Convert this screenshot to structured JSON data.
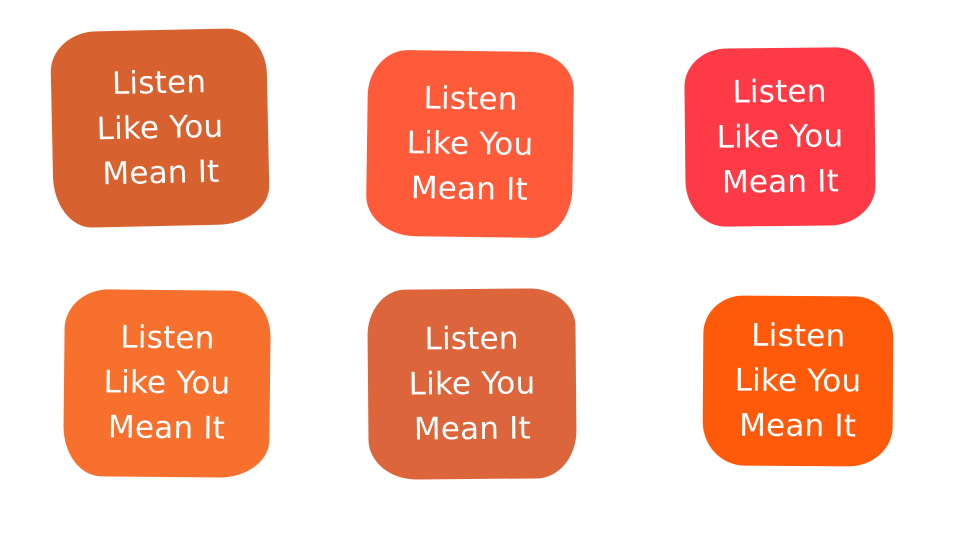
{
  "tiles": [
    {
      "lines": [
        "Listen",
        "Like You",
        "Mean It"
      ],
      "color": "#D8622F"
    },
    {
      "lines": [
        "Listen",
        "Like You",
        "Mean It"
      ],
      "color": "#FF5B3A"
    },
    {
      "lines": [
        "Listen",
        "Like You",
        "Mean It"
      ],
      "color": "#FF3A47"
    },
    {
      "lines": [
        "Listen",
        "Like You",
        "Mean It"
      ],
      "color": "#F7702E"
    },
    {
      "lines": [
        "Listen",
        "Like You",
        "Mean It"
      ],
      "color": "#DD653B"
    },
    {
      "lines": [
        "Listen",
        "Like You",
        "Mean It"
      ],
      "color": "#FF5A0A"
    }
  ]
}
